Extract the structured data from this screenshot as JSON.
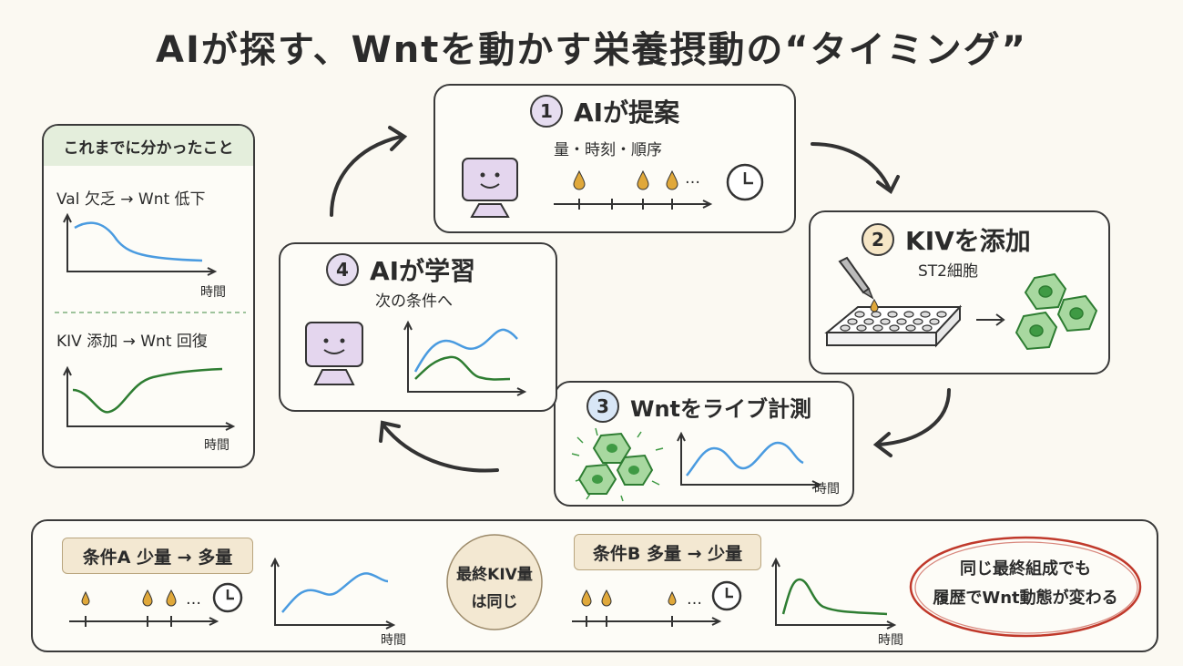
{
  "title": "AIが探す、Wntを動かす栄養摂動の“タイミング”",
  "colors": {
    "blue": "#4a9be0",
    "green": "#2e7d32",
    "drop": "#e0a83a",
    "ellipse": "#c0392b",
    "panel_head": "#e4eedc",
    "tag": "#f3e8d2"
  },
  "left_panel": {
    "heading": "これまでに分かったこと",
    "finding1": "Val 欠乏 → Wnt 低下",
    "finding2": "KIV 添加 → Wnt 回復",
    "axis_label": "時間"
  },
  "steps": {
    "s1": {
      "num": "1",
      "title": "AIが提案",
      "sub": "量・時刻・順序",
      "dots": "…"
    },
    "s2": {
      "num": "2",
      "title": "KIVを添加",
      "sub": "ST2細胞"
    },
    "s3": {
      "num": "3",
      "title": "Wntをライブ計測",
      "axis_label": "時間"
    },
    "s4": {
      "num": "4",
      "title": "AIが学習",
      "sub": "次の条件へ"
    }
  },
  "bottom": {
    "condA": "条件A 少量 → 多量",
    "condB": "条件B 多量 → 少量",
    "center_line1": "最終KIV量",
    "center_line2": "は同じ",
    "note_line1": "同じ最終組成でも",
    "note_line2": "履歴でWnt動態が変わる",
    "axis_label": "時間",
    "dots": "…"
  }
}
